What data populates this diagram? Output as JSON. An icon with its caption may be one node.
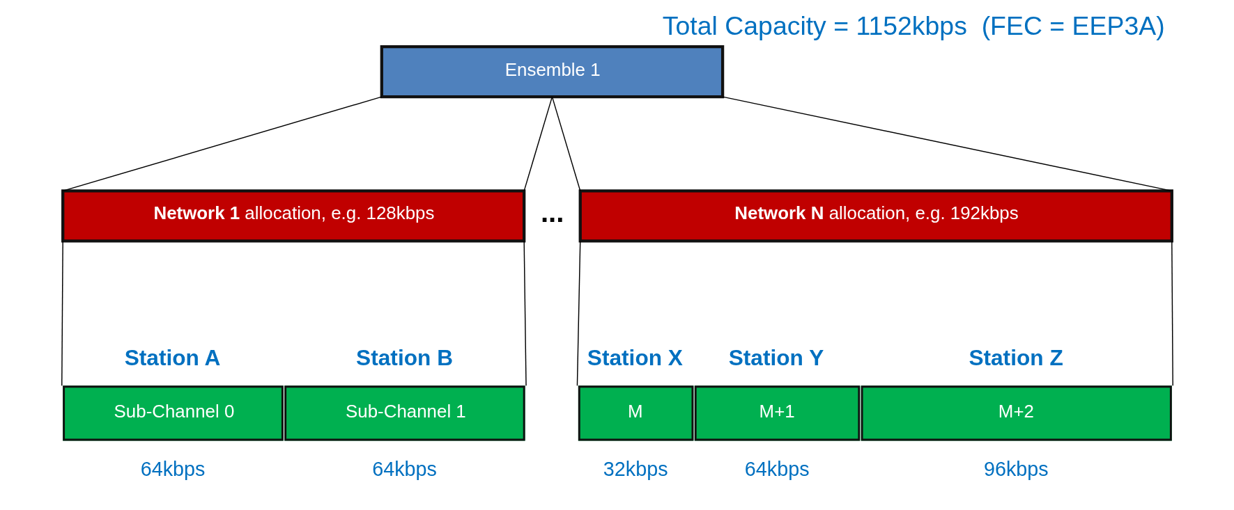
{
  "diagram": {
    "title": "Total Capacity = 1152kbps  (FEC = EEP3A)",
    "nodes": [
      {
        "text": [
          "Ensemble 1"
        ]
      },
      {
        "text": [
          "**Network 1** allocation, e.g. 128kbps"
        ]
      },
      {
        "text": [
          "**Network N** allocation, e.g. 192kbps"
        ]
      },
      {
        "text": [
          "Sub-Channel 0"
        ],
        "beside": [
          "Station A",
          "64kbps"
        ]
      },
      {
        "text": [
          "Sub-Channel 1"
        ],
        "beside": [
          "Station B",
          "64kbps"
        ]
      },
      {
        "text": [
          "M"
        ],
        "beside": [
          "Station X",
          "32kbps"
        ]
      },
      {
        "text": [
          "M+1"
        ],
        "beside": [
          "Station Y",
          "64kbps"
        ]
      },
      {
        "text": [
          "M+2"
        ],
        "beside": [
          "Station Z",
          "96kbps"
        ]
      }
    ],
    "edges": [
      {
        "from": 0,
        "to": 1,
        "arrow": "none"
      },
      {
        "from": 0,
        "to": 1,
        "arrow": "none"
      },
      {
        "from": 0,
        "to": 2,
        "arrow": "none"
      },
      {
        "from": 0,
        "to": 2,
        "arrow": "none"
      },
      {
        "from": 1,
        "to": 3,
        "arrow": "none"
      },
      {
        "from": 1,
        "to": 4,
        "arrow": "none"
      },
      {
        "from": 2,
        "to": 5,
        "arrow": "none"
      },
      {
        "from": 2,
        "to": 7,
        "arrow": "none"
      }
    ],
    "labels": [
      "..."
    ]
  }
}
